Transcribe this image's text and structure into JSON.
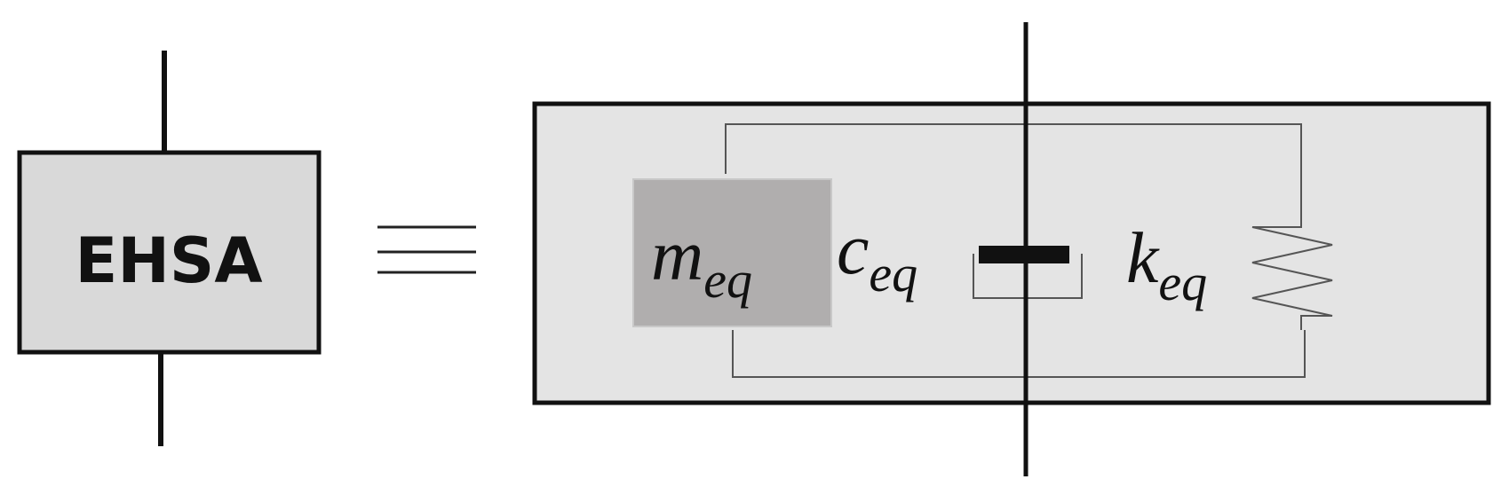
{
  "block": {
    "label": "EHSA"
  },
  "equivalence_symbol": "≡",
  "model": {
    "mass": {
      "symbol": "m",
      "subscript": "eq"
    },
    "damper": {
      "symbol": "c",
      "subscript": "eq"
    },
    "spring": {
      "symbol": "k",
      "subscript": "eq"
    }
  },
  "colors": {
    "block_fill": "#d9d9d9",
    "model_box_fill": "#e4e4e4",
    "mass_fill": "#b0aeae",
    "stroke": "#111111",
    "thin_stroke": "#555555"
  }
}
